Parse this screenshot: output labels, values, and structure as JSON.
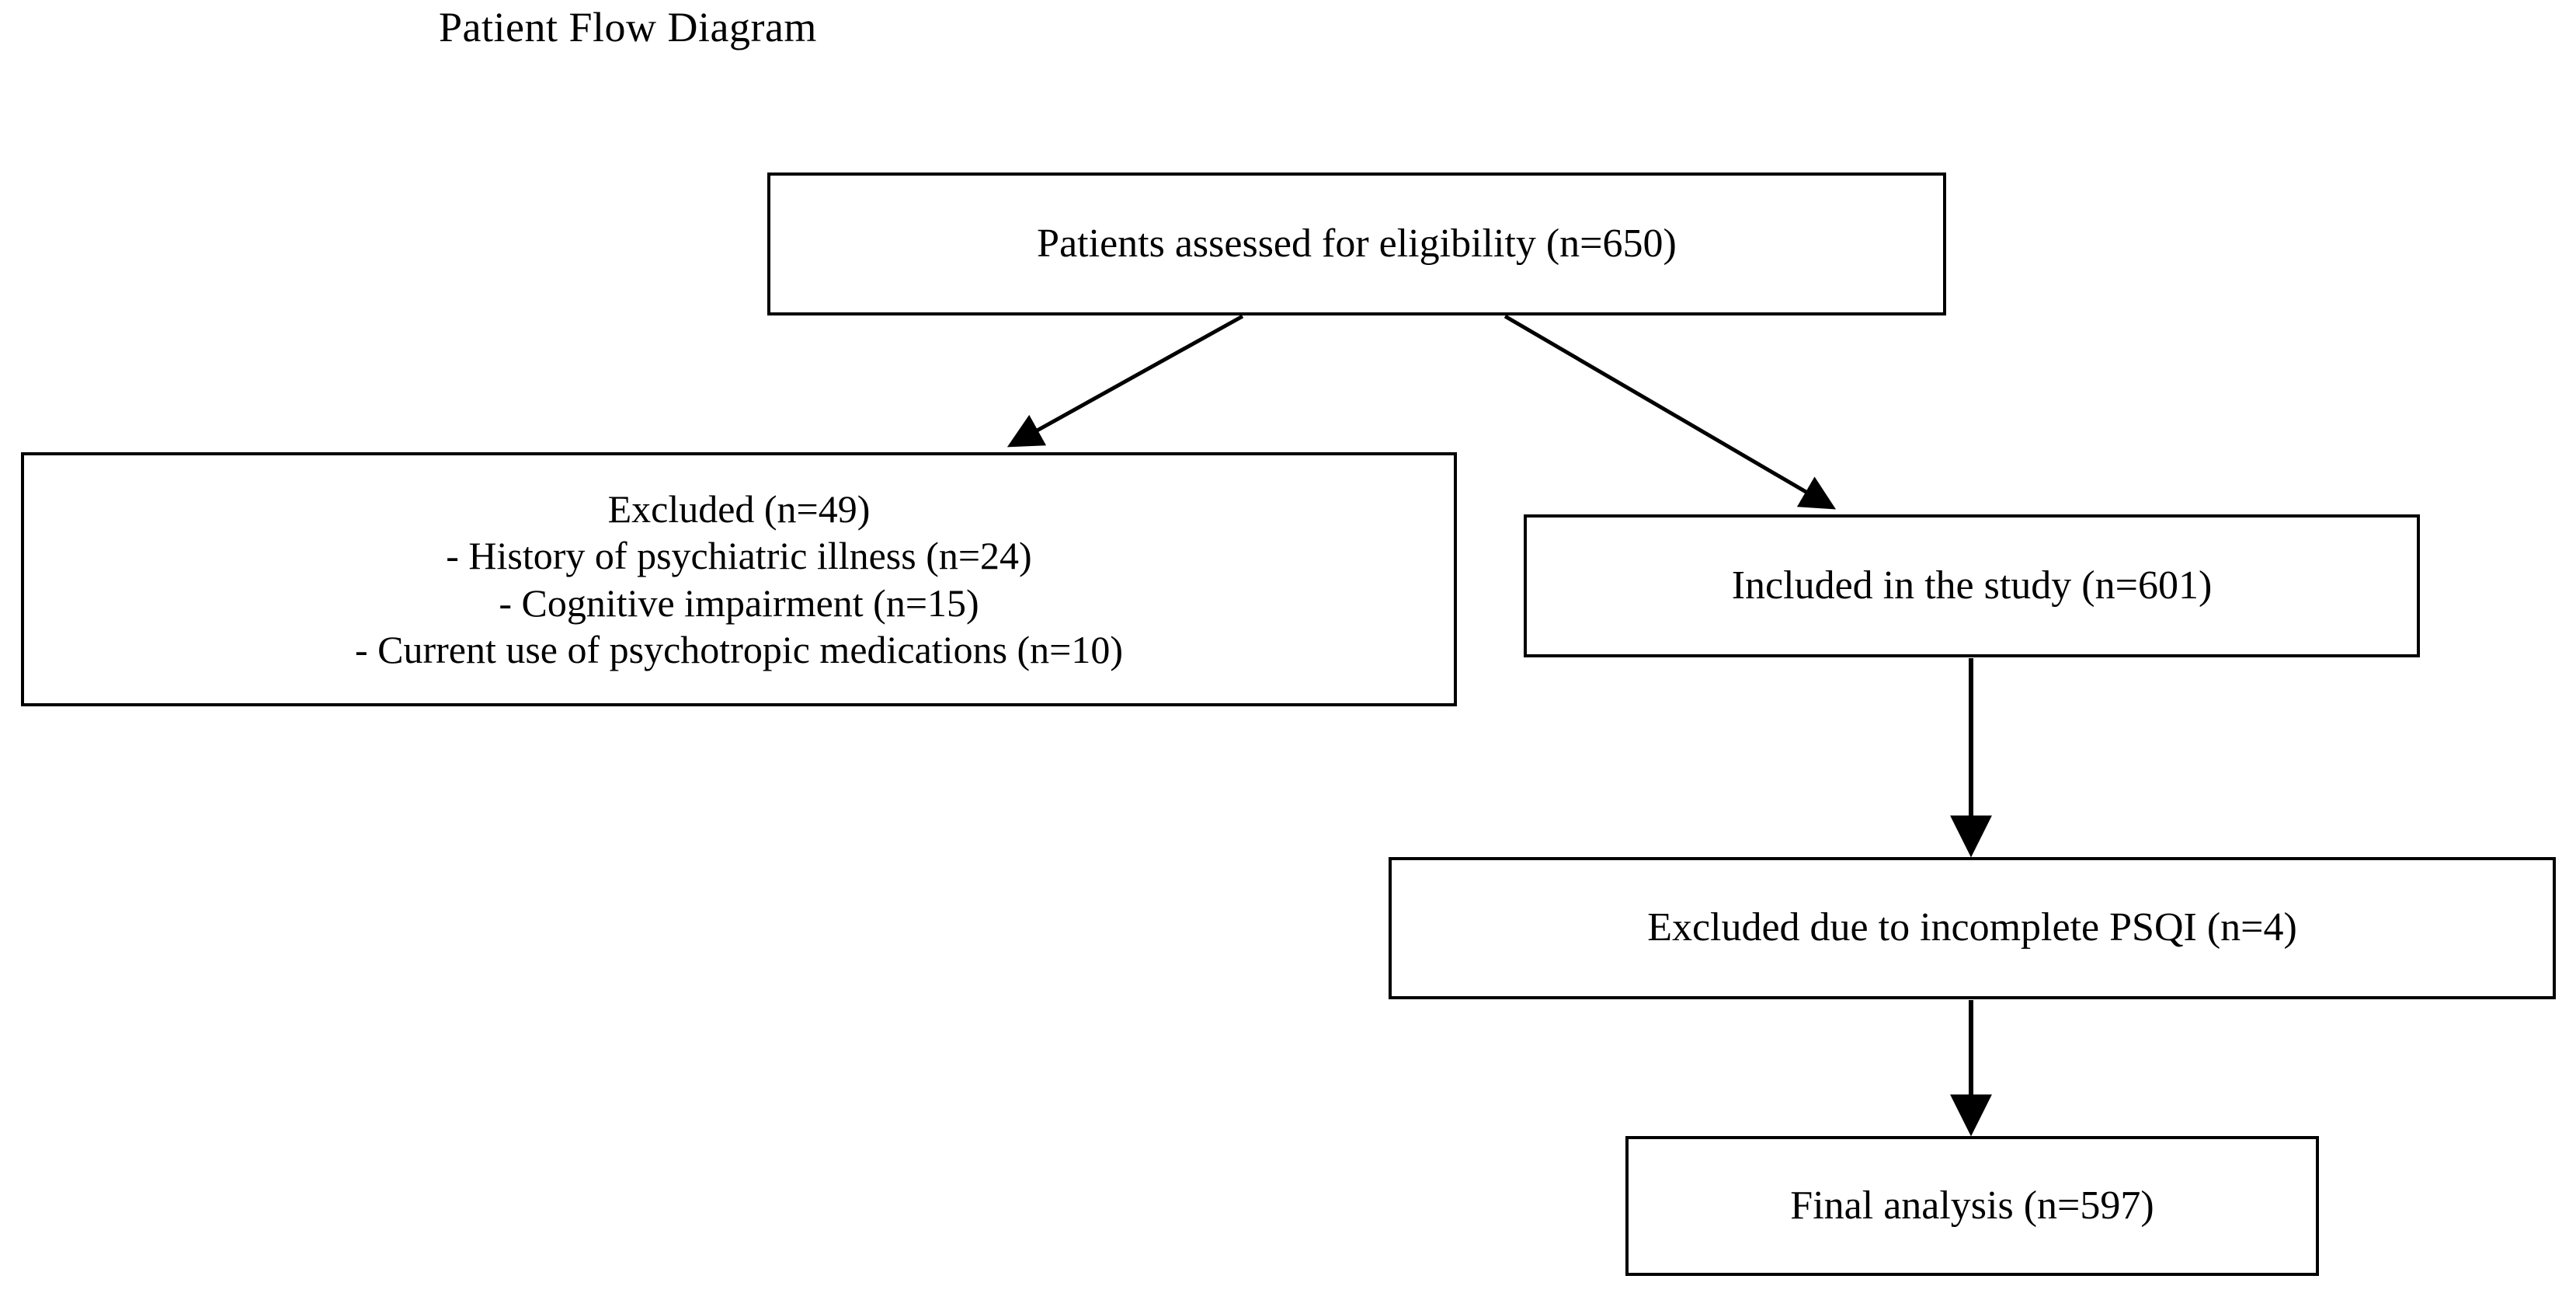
{
  "page": {
    "title": "Patient Flow Diagram",
    "background_color": "#ffffff",
    "text_color": "#000000",
    "border_color": "#000000"
  },
  "diagram": {
    "type": "flowchart",
    "nodes": [
      {
        "id": "assessed",
        "label": "Patients assessed for eligibility (n=650)",
        "count": 650
      },
      {
        "id": "excluded",
        "label": "Excluded (n=49)\n- History of psychiatric illness (n=24)\n- Cognitive impairment (n=15)\n- Current use of psychotropic medications (n=10)",
        "count": 49,
        "reasons": [
          {
            "reason": "History of psychiatric illness",
            "count": 24
          },
          {
            "reason": "Cognitive impairment",
            "count": 15
          },
          {
            "reason": "Current use of psychotropic medications",
            "count": 10
          }
        ]
      },
      {
        "id": "included",
        "label": "Included in the study (n=601)",
        "count": 601
      },
      {
        "id": "psqi",
        "label": "Excluded due to incomplete PSQI (n=4)",
        "count": 4
      },
      {
        "id": "final",
        "label": "Final analysis (n=597)",
        "count": 597
      }
    ],
    "edges": [
      {
        "from": "assessed",
        "to": "excluded",
        "style": "diagonal-left"
      },
      {
        "from": "assessed",
        "to": "included",
        "style": "diagonal-right"
      },
      {
        "from": "included",
        "to": "psqi",
        "style": "vertical"
      },
      {
        "from": "psqi",
        "to": "final",
        "style": "vertical"
      }
    ]
  }
}
